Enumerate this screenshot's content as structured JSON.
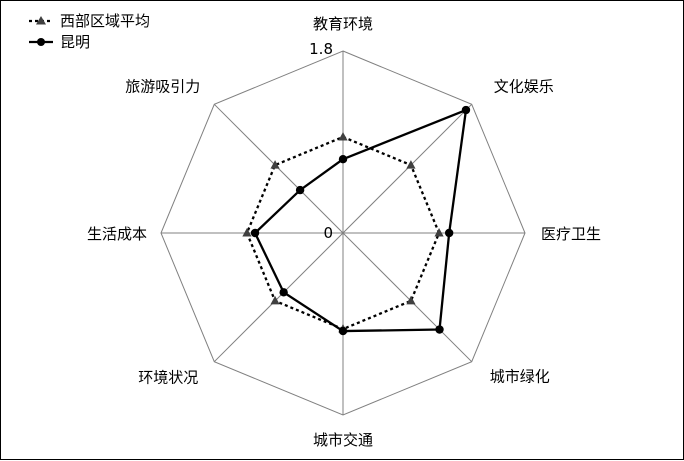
{
  "chart_data": {
    "type": "radar",
    "title": "",
    "axes": [
      "教育环境",
      "文化娱乐",
      "医疗卫生",
      "城市绿化",
      "城市交通",
      "环境状况",
      "生活成本",
      "旅游吸引力"
    ],
    "range": [
      0,
      1.8
    ],
    "tick_labels": {
      "max": "1.8",
      "min": "0"
    },
    "gridlines": "octagon-outer-only",
    "legend_position": "top-left",
    "series": [
      {
        "name": "西部区域平均",
        "style": "dotted",
        "marker": "triangle",
        "color": "#000000",
        "values": [
          0.95,
          0.95,
          0.95,
          0.95,
          0.95,
          0.95,
          0.95,
          0.95
        ]
      },
      {
        "name": "昆明",
        "style": "solid",
        "marker": "circle",
        "color": "#000000",
        "values": [
          0.73,
          1.72,
          1.05,
          1.35,
          0.97,
          0.83,
          0.87,
          0.6
        ]
      }
    ]
  }
}
